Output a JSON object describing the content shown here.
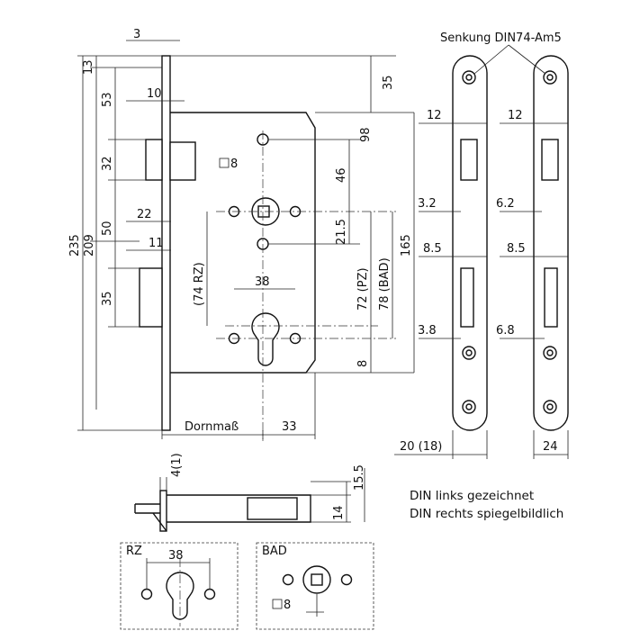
{
  "dims": {
    "top_3": "3",
    "d13": "13",
    "d53": "53",
    "d10": "10",
    "d32": "32",
    "d22": "22",
    "d50": "50",
    "d11": "11",
    "d35_left": "35",
    "d235": "235",
    "d209": "209",
    "d35_top": "35",
    "d98": "98",
    "d46": "46",
    "d21_5": "21.5",
    "d72": "72 (PZ)",
    "d78": "78 (BAD)",
    "d165": "165",
    "d8_right": "8",
    "d74": "(74 RZ)",
    "d38": "38",
    "sq8": "8",
    "dornmass": "Dornmaß",
    "d33": "33"
  },
  "side_dims": {
    "note": "Senkung DIN74-Am5",
    "left_12": "12",
    "right_12": "12",
    "left_3_2": "3.2",
    "right_6_2": "6.2",
    "left_8_5": "8.5",
    "right_8_5": "8.5",
    "left_3_8": "3.8",
    "right_6_8": "6.8",
    "left_20": "20 (18)",
    "right_24": "24"
  },
  "bottom": {
    "d4_1": "4(1)",
    "d15_5": "15.5",
    "d14": "14",
    "note_line1": "DIN links gezeichnet",
    "note_line2": "DIN rechts spiegelbildlich",
    "rz_label": "RZ",
    "rz_38": "38",
    "bad_label": "BAD",
    "bad_sq8": "8"
  }
}
